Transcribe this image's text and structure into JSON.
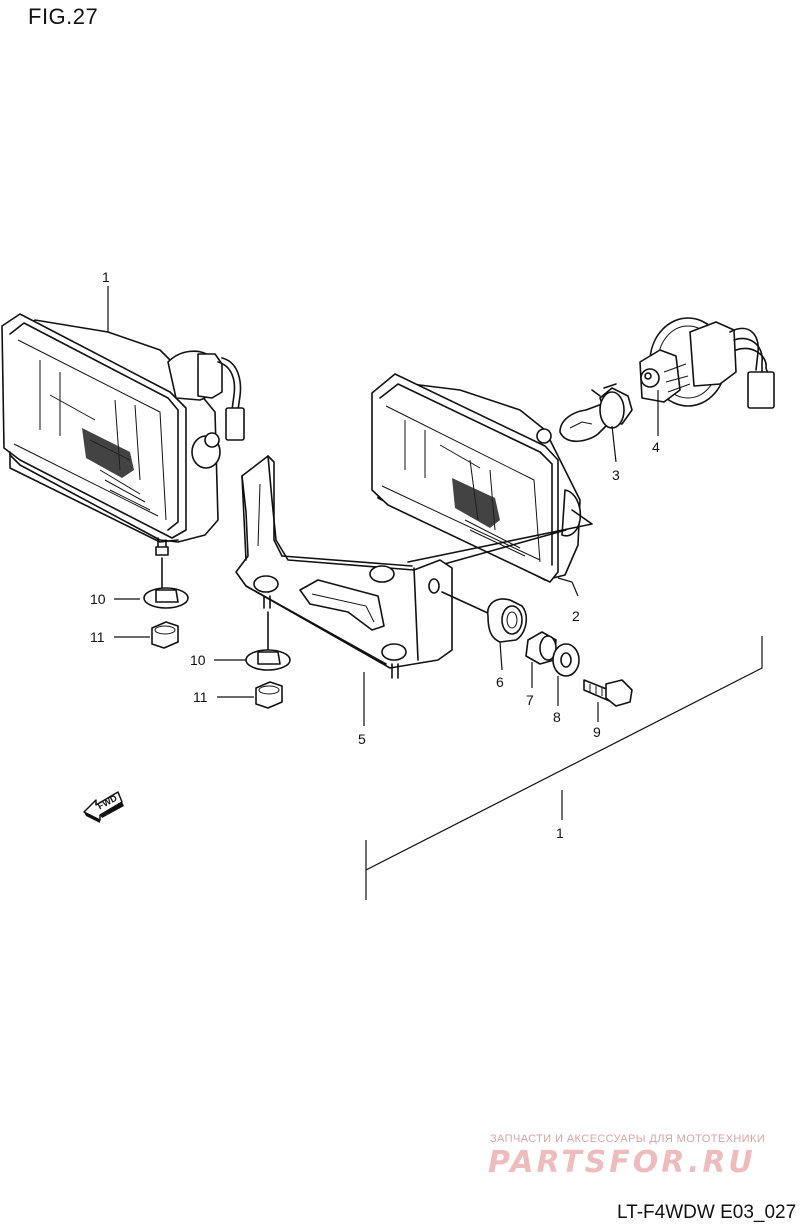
{
  "figure": {
    "title": "FIG.27",
    "code": "LT-F4WDW E03_027"
  },
  "callouts": {
    "c1_top": "1",
    "c2": "2",
    "c3": "3",
    "c4": "4",
    "c5": "5",
    "c6": "6",
    "c7": "7",
    "c8": "8",
    "c9": "9",
    "c10_a": "10",
    "c11_a": "11",
    "c10_b": "10",
    "c11_b": "11",
    "c1_bracket": "1"
  },
  "fwd_indicator": {
    "label": "FWD"
  },
  "watermark": {
    "tagline": "ЗАПЧАСТИ И АКСЕССУАРЫ ДЛЯ МОТОТЕХНИКИ",
    "logo": "PARTSFOR.RU"
  }
}
